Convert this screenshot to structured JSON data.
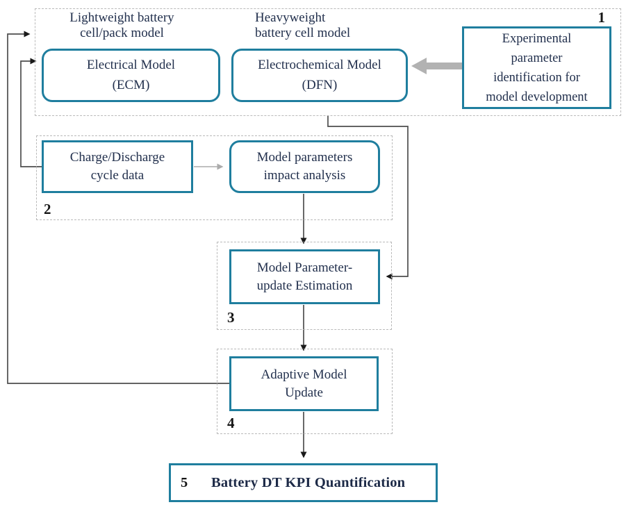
{
  "colors": {
    "accent_teal": "#1f7e9e",
    "text_navy": "#22304d",
    "number_black": "#141414",
    "connector_gray": "#4d4d4d",
    "arrowhead_black": "#1a1a1a",
    "block_arrow_gray": "#b2b2b2",
    "dashed_border_gray": "#b9b9b9"
  },
  "section1": {
    "number": "1",
    "lightweight_title": [
      "Lightweight battery",
      "cell/pack model"
    ],
    "heavyweight_title": [
      "Heavyweight",
      "battery cell model"
    ],
    "ecm_box": [
      "Electrical Model",
      "(ECM)"
    ],
    "dfn_box": [
      "Electrochemical Model",
      "(DFN)"
    ],
    "experimental_box": [
      "Experimental",
      "parameter",
      "identification for",
      "model development"
    ]
  },
  "section2": {
    "number": "2",
    "cycle_data_box": [
      "Charge/Discharge",
      "cycle data"
    ],
    "impact_box": [
      "Model parameters",
      "impact analysis"
    ]
  },
  "section3": {
    "number": "3",
    "box": [
      "Model Parameter-",
      "update Estimation"
    ]
  },
  "section4": {
    "number": "4",
    "box": [
      "Adaptive Model",
      "Update"
    ]
  },
  "section5": {
    "number": "5",
    "label": "Battery DT KPI Quantification"
  }
}
